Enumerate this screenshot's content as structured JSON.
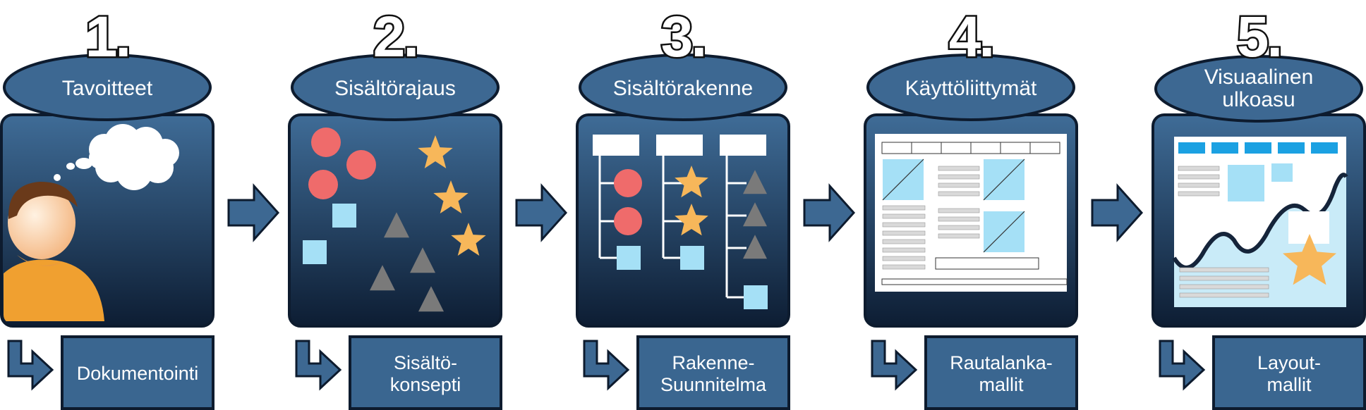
{
  "colors": {
    "ellipse": "#3d6892",
    "label_box": "#3a6690",
    "outline": "#0d1b2e",
    "arrow": "#3d6892",
    "panel_top": "#3f6c97",
    "panel_bottom": "#0d1d33",
    "circle": "#ef6b6b",
    "star": "#f7b75a",
    "square": "#a5e0f6",
    "triangle": "#7a7a7a",
    "person_shirt": "#f0a030",
    "person_hair": "#6a3a1a"
  },
  "steps": [
    {
      "number": "1.",
      "title": [
        "Tavoitteet"
      ],
      "label": [
        "Dokumentointi"
      ],
      "icon": "person-thinking-icon"
    },
    {
      "number": "2.",
      "title": [
        "Sisältörajaus"
      ],
      "label": [
        "Sisältö-",
        "konsepti"
      ],
      "icon": "scattered-shapes-icon"
    },
    {
      "number": "3.",
      "title": [
        "Sisältörakenne"
      ],
      "label": [
        "Rakenne-",
        "Suunnitelma"
      ],
      "icon": "structure-tree-icon"
    },
    {
      "number": "4.",
      "title": [
        "Käyttöliittymät"
      ],
      "label": [
        "Rautalanka-",
        "mallit"
      ],
      "icon": "wireframe-icon"
    },
    {
      "number": "5.",
      "title": [
        "Visuaalinen",
        "ulkoasu"
      ],
      "label": [
        "Layout-",
        "mallit"
      ],
      "icon": "visual-layout-icon"
    }
  ]
}
